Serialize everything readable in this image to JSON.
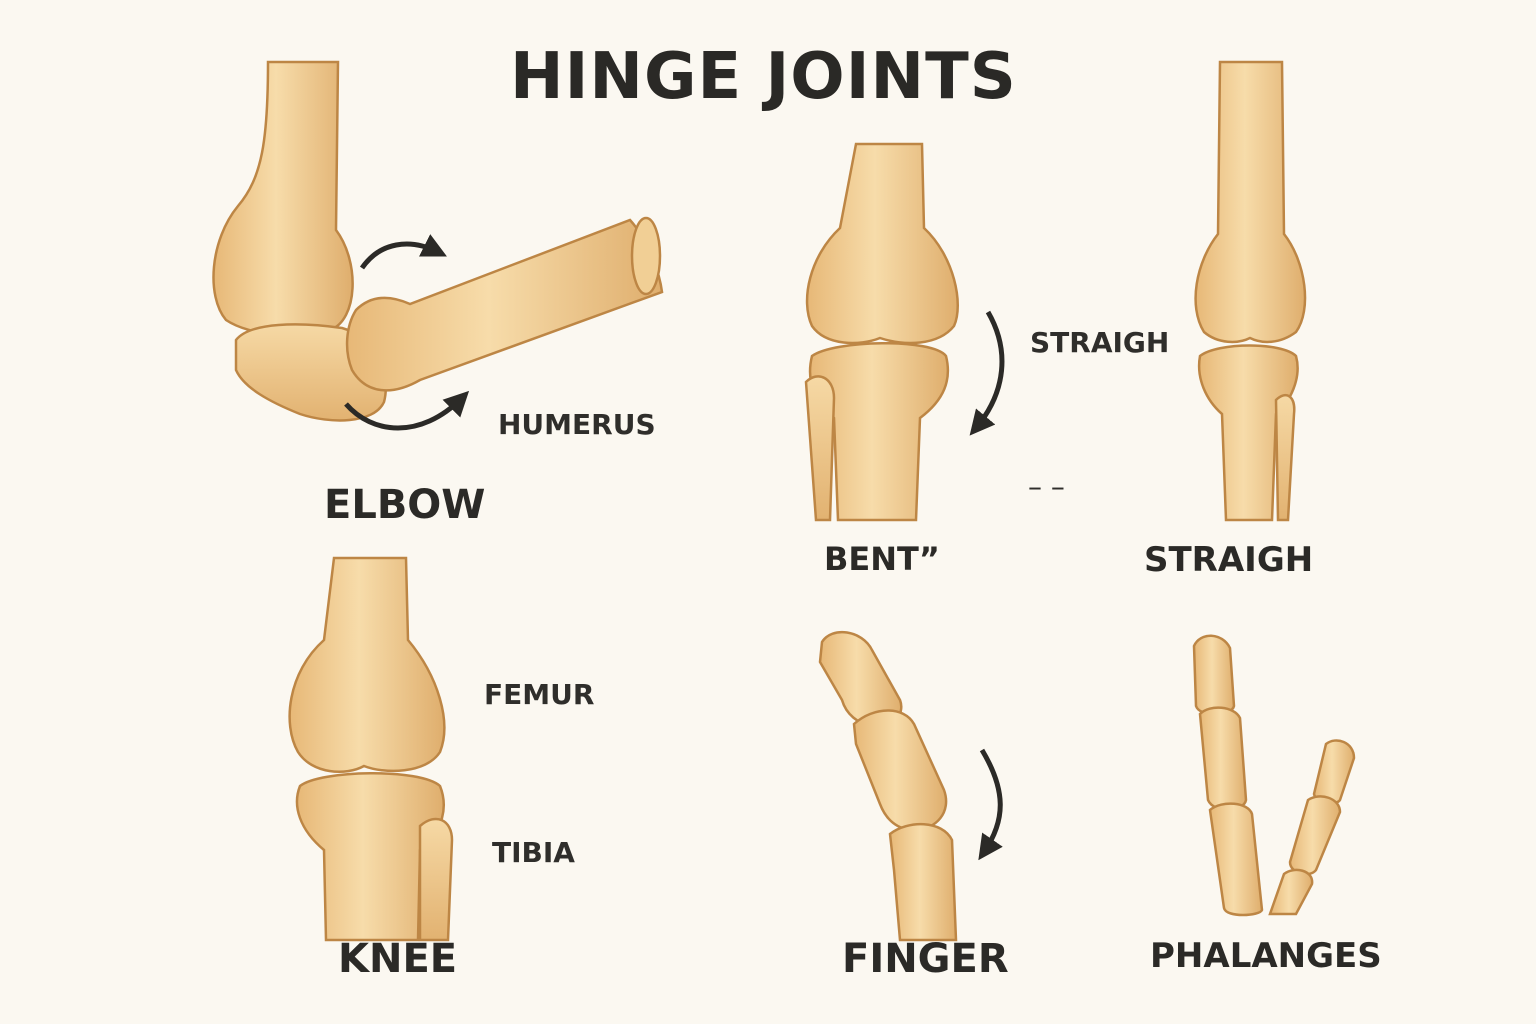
{
  "title": "HINGE JOINTS",
  "labels": {
    "elbow": "ELBOW",
    "humerus": "HUMERUS",
    "knee": "KNEE",
    "femur": "FEMUR",
    "tibia": "TIBIA",
    "bent": "BENT”",
    "straight_arrow": "STRAIGH",
    "straight_bottom": "STRAIGH",
    "finger": "FINGER",
    "phalanges": "PHALANGES",
    "dash": "– –"
  },
  "colors": {
    "bone_light": "#f5d9a4",
    "bone_mid": "#e9bd7d",
    "bone_outline": "#c08a48",
    "arrow": "#2b2a27",
    "background": "#fbf8f1"
  }
}
